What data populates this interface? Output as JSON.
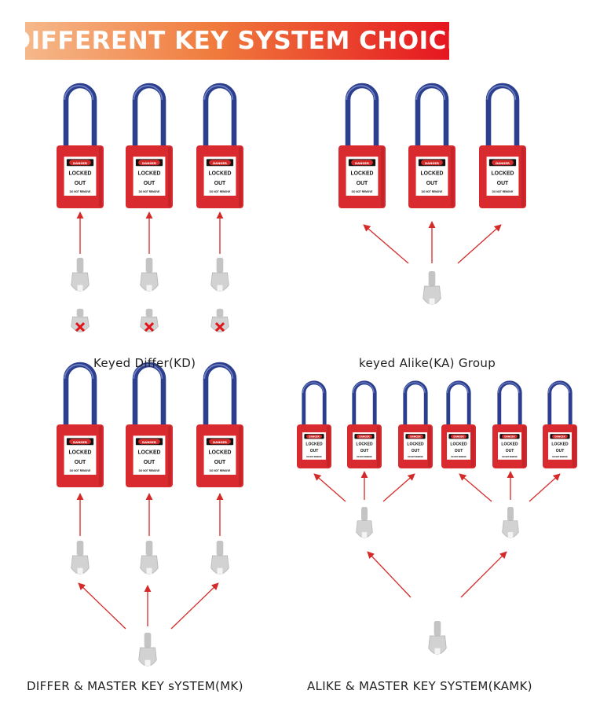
{
  "title": "DIFFERENT KEY SYSTEM CHOICE",
  "lock_label": {
    "danger": "DANGER",
    "line1": "LOCKED",
    "line2": "OUT",
    "line3": "DO NOT REMOVE"
  },
  "captions": {
    "kd": "Keyed Differ(KD)",
    "ka": "keyed Alike(KA) Group",
    "mk": "DIFFER & MASTER KEY sYSTEM(MK)",
    "kamk": "ALIKE & MASTER KEY SYSTEM(KAMK)"
  },
  "colors": {
    "lock_body": "#d92b2f",
    "shackle": "#2c3f8f",
    "arrow": "#d42a2a",
    "key": "#c9c9c9",
    "cross": "#e0141b"
  },
  "icons": [
    "padlock-icon",
    "key-icon",
    "arrow-icon",
    "cross-mark-icon"
  ]
}
